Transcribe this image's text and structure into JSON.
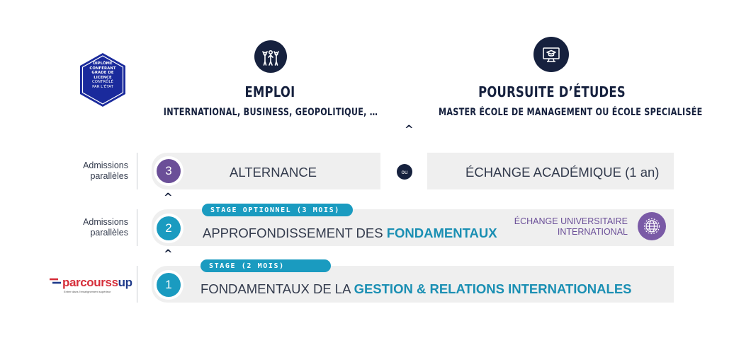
{
  "badge": {
    "lines_bold": [
      "DIPLÔME",
      "CONFÉRANT",
      "GRADE DE",
      "LICENCE"
    ],
    "lines_light": [
      "CONTRÔLÉ",
      "PAR L'ÉTAT"
    ],
    "color": "#1a2a9c"
  },
  "columns": {
    "emploi": {
      "icon": "people-cheering-icon",
      "title": "EMPLOI",
      "subtitle": "INTERNATIONAL, BUSINESS, GEOPOLITIQUE, …"
    },
    "poursuite": {
      "icon": "graduation-screen-icon",
      "title": "POURSUITE D’ÉTUDES",
      "subtitle": "MASTER ÉCOLE DE MANAGEMENT OU ÉCOLE SPECIALISÉE"
    }
  },
  "caret": "^",
  "side_labels": {
    "row3": [
      "Admissions",
      "parallèles"
    ],
    "row2": [
      "Admissions",
      "parallèles"
    ]
  },
  "row3": {
    "number": "3",
    "left_label": "ALTERNANCE",
    "or_label": "ou",
    "right_label": "ÉCHANGE ACADÉMIQUE (1 an)"
  },
  "row2": {
    "number": "2",
    "pill": "STAGE OPTIONNEL (3 MOIS)",
    "text_plain": "APPROFONDISSEMENT DES ",
    "text_highlight": "FONDAMENTAUX",
    "exchange_lines": [
      "ÉCHANGE UNIVERSITAIRE",
      "INTERNATIONAL"
    ],
    "exchange_icon": "globe-icon"
  },
  "row1": {
    "number": "1",
    "pill": "STAGE (2 MOIS)",
    "text_plain": "FONDAMENTAUX DE LA ",
    "text_highlight": "GESTION & RELATIONS INTERNATIONALES"
  },
  "logo": {
    "main_a": "parcours",
    "main_b": "up",
    "letter_s": "s",
    "tagline": "Entrer dans l'enseignement supérieur"
  },
  "colors": {
    "navy": "#16213e",
    "teal": "#1a9bc0",
    "purple": "#6b4f98",
    "bar_bg": "#efefef"
  }
}
